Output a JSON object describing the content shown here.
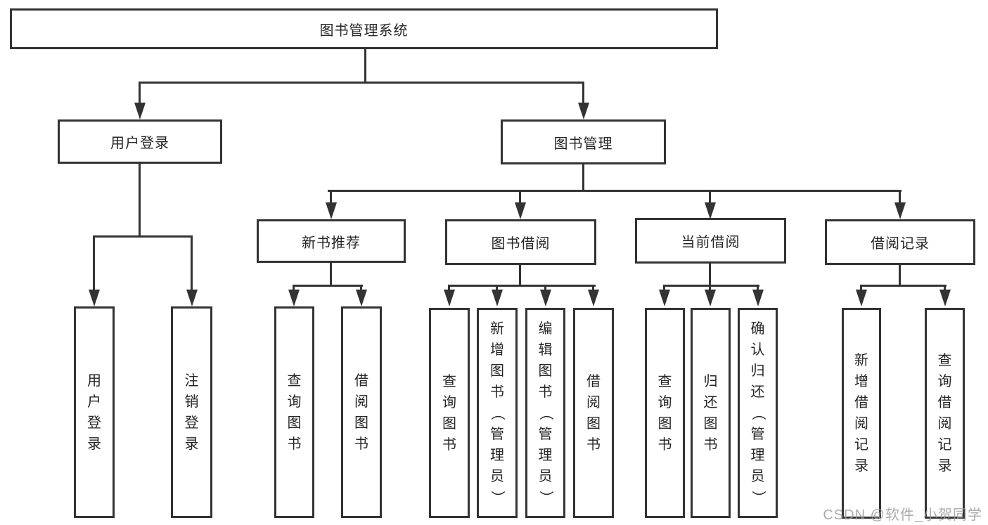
{
  "tree": {
    "root": {
      "label": "图书管理系统"
    },
    "branches": [
      {
        "label": "用户登录",
        "leaves": [
          {
            "label": "用户登录"
          },
          {
            "label": "注销登录"
          }
        ]
      },
      {
        "label": "图书管理",
        "groups": [
          {
            "label": "新书推荐",
            "leaves": [
              {
                "label": "查询图书"
              },
              {
                "label": "借阅图书"
              }
            ]
          },
          {
            "label": "图书借阅",
            "leaves": [
              {
                "label": "查询图书"
              },
              {
                "label": "新增图书（管理员）"
              },
              {
                "label": "编辑图书（管理员）"
              },
              {
                "label": "借阅图书"
              }
            ]
          },
          {
            "label": "当前借阅",
            "leaves": [
              {
                "label": "查询图书"
              },
              {
                "label": "归还图书"
              },
              {
                "label": "确认归还（管理员）"
              }
            ]
          },
          {
            "label": "借阅记录",
            "leaves": [
              {
                "label": "新增借阅记录"
              },
              {
                "label": "查询借阅记录"
              }
            ]
          }
        ]
      }
    ]
  },
  "watermark": {
    "text": "CSDN @软件_小贺同学"
  },
  "colors": {
    "line": "#333333",
    "text": "#262626",
    "background": "#ffffff",
    "watermark": "#9c9c9c"
  }
}
